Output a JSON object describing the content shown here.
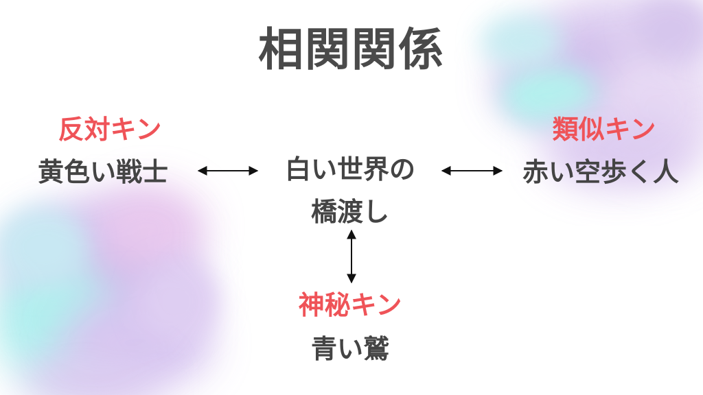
{
  "title": "相関関係",
  "center": {
    "line1": "白い世界の",
    "line2": "橋渡し"
  },
  "opposite": {
    "category": "反対キン",
    "name": "黄色い戦士"
  },
  "similar": {
    "category": "類似キン",
    "name": "赤い空歩く人"
  },
  "mystic": {
    "category": "神秘キン",
    "name": "青い鷲"
  },
  "colors": {
    "category": "#ef5358",
    "text": "#444444",
    "title": "#4a4a4a"
  }
}
